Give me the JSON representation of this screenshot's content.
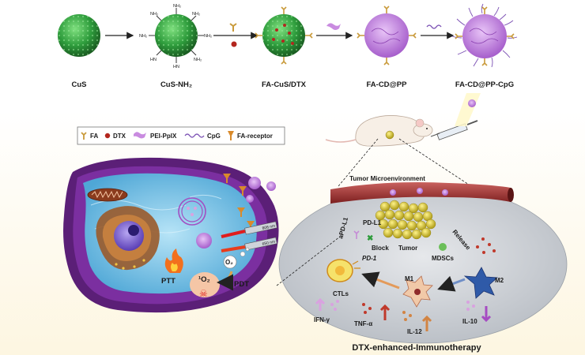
{
  "synthesis": {
    "steps": [
      {
        "label": "CuS"
      },
      {
        "label": "CuS-NH₂"
      },
      {
        "label": "FA-CuS/DTX"
      },
      {
        "label": "FA-CD@PP"
      },
      {
        "label": "FA-CD@PP-CpG"
      }
    ],
    "nh2_label": "NH₂",
    "hn_label": "HN"
  },
  "legend": {
    "items": [
      {
        "label": "FA"
      },
      {
        "label": "DTX"
      },
      {
        "label": "PEI-PpIX"
      },
      {
        "label": "CpG"
      },
      {
        "label": "FA-receptor"
      }
    ]
  },
  "cell": {
    "ptt": "PTT",
    "singlet_oxygen": "¹O₂",
    "oxygen": "O₂",
    "pdt": "PDT",
    "laser_1": "808 nm",
    "laser_2": "650 nm"
  },
  "tme": {
    "title": "Tumor Microenvironment",
    "pdl1": "PD-L1",
    "tumor": "Tumor",
    "apdl1": "aPD-L1",
    "block": "Block",
    "pd1": "PD-1",
    "release": "Release",
    "mdscs": "MDSCs",
    "ctls": "CTLs",
    "m1": "M1",
    "m2": "M2",
    "ifn": "IFN-γ",
    "tnf": "TNF-α",
    "il12": "IL-12",
    "il10": "IL-10",
    "caption": "DTX-enhanced-Immunotherapy"
  },
  "colors": {
    "nanoparticle": "#2e9c3c",
    "polymer": "#b76ad6",
    "cell_membrane": "#5b1f77",
    "cytoplasm": "#7fc4e8",
    "vessel": "#8f2a2a",
    "tme_oval": "#cfd3d8"
  }
}
